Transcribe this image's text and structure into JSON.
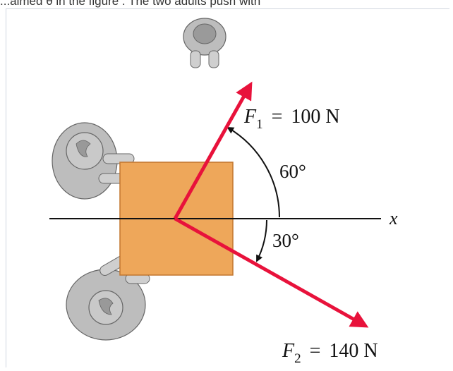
{
  "caption": "...aimed θ in the figure . The two adults push with",
  "x_axis_label": "x",
  "forces": [
    {
      "symbol": "F",
      "subscript": "1",
      "equals": "=",
      "value": "100 N",
      "angle_label": "60°",
      "angle_deg": 60
    },
    {
      "symbol": "F",
      "subscript": "2",
      "equals": "=",
      "value": "140 N",
      "angle_label": "30°",
      "angle_deg": -30
    }
  ],
  "colors": {
    "box": "#eea75a",
    "box_border": "#c2772f",
    "arrow": "#e8123b",
    "axis": "#111111",
    "person": "#bdbdbd"
  },
  "icons": [
    "person-top-view-icon"
  ]
}
